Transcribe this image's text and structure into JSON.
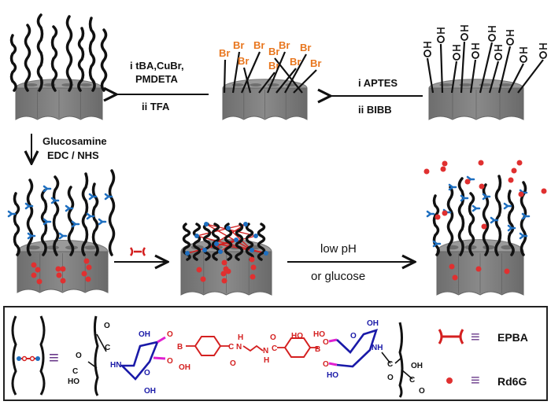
{
  "title": "Synthesis and release scheme of glucosamine-functionalized PAA-grafted mesoporous silica nanoparticles",
  "steps": {
    "step1": {
      "line1": "i  APTES",
      "line2": "ii  BIBB"
    },
    "step2": {
      "line1": "i  tBA,CuBr,",
      "line1b": "PMDETA",
      "line2": "ii  TFA"
    },
    "step3": {
      "line1": "Glucosamine",
      "line2": "EDC / NHS"
    },
    "step5": {
      "line1": "low pH",
      "line2": "or glucose"
    }
  },
  "labels": {
    "bromide": "Br",
    "hydroxyl": "OH"
  },
  "legend": {
    "equiv": "≡",
    "epba": "EPBA",
    "rd6g": "Rd6G"
  },
  "chem": {
    "oh": "OH",
    "ho": "HO",
    "hn": "HN",
    "nh": "NH",
    "o": "O",
    "b": "B",
    "c": "C",
    "n": "N",
    "h": "H"
  },
  "colors": {
    "polymer": "#111111",
    "silica": "#7a7a7a",
    "bromide": "#e8761e",
    "dye": "#e03030",
    "glucosamine": "#1e6fc0",
    "crosslinker": "#d42020",
    "sugar": "#1a1aa8",
    "bond_pink": "#e020d0",
    "equiv_purple": "#6a3a8a"
  }
}
